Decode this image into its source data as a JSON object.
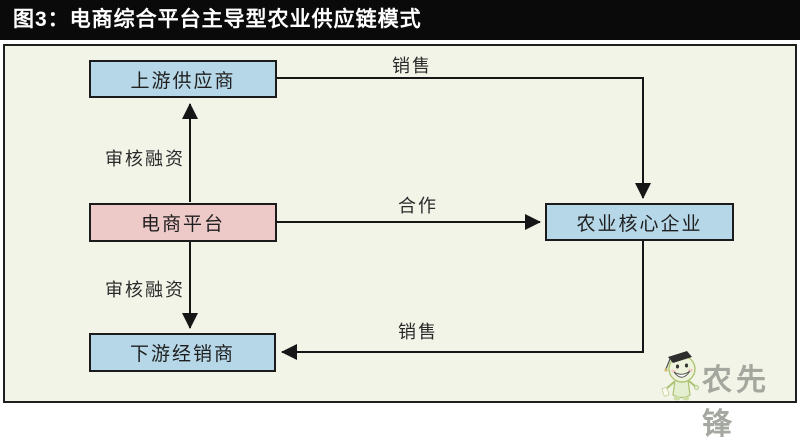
{
  "title": {
    "text": "图3：电商综合平台主导型农业供应链模式"
  },
  "diagram": {
    "nodes": [
      {
        "id": "upstream-supplier",
        "label": "上游供应商",
        "fill": "#b6d7e7"
      },
      {
        "id": "ecommerce-platform",
        "label": "电商平台",
        "fill": "#edc9c8"
      },
      {
        "id": "downstream-distributor",
        "label": "下游经销商",
        "fill": "#b6d7e7"
      },
      {
        "id": "agri-core-enterprise",
        "label": "农业核心企业",
        "fill": "#b6d7e7"
      }
    ],
    "edges": [
      {
        "from": "upstream-supplier",
        "to": "agri-core-enterprise",
        "label": "销售"
      },
      {
        "from": "ecommerce-platform",
        "to": "upstream-supplier",
        "label": "审核融资"
      },
      {
        "from": "ecommerce-platform",
        "to": "agri-core-enterprise",
        "label": "合作"
      },
      {
        "from": "ecommerce-platform",
        "to": "downstream-distributor",
        "label": "审核融资"
      },
      {
        "from": "agri-core-enterprise",
        "to": "downstream-distributor",
        "label": "销售"
      }
    ]
  },
  "watermark": {
    "text": "农先锋",
    "mascot_icon": "farmer-pioneer-mascot-icon"
  },
  "colors": {
    "title_bg": "#0a0a0a",
    "title_fg": "#ffffff",
    "diagram_bg": "#f2f4e8",
    "box_blue": "#b6d7e7",
    "box_pink": "#edc9c8",
    "line": "#161616"
  }
}
